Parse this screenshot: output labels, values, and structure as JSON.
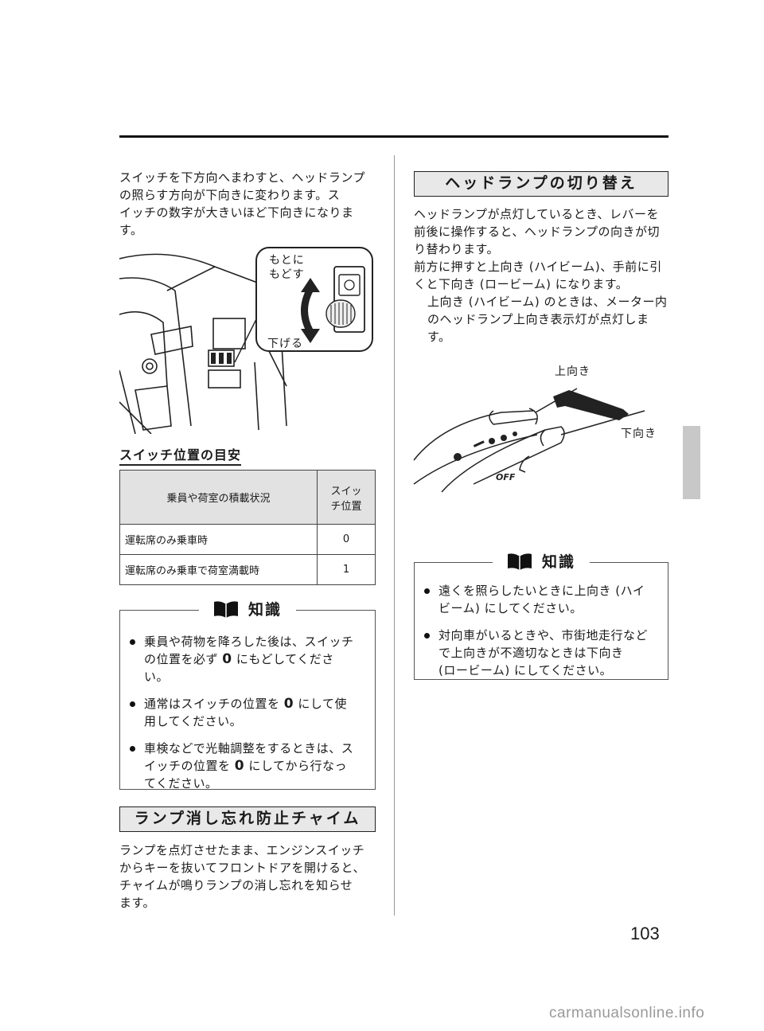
{
  "left": {
    "intro": [
      "スイッチを下方向へまわすと、ヘッドランプ",
      "の照らす方向が下向きに変わります。ス",
      "イッチの数字が大きいほど下向きになりま",
      "す。"
    ],
    "callout_reset": [
      "もとに",
      "もどす"
    ],
    "callout_down": "下げる",
    "switch_guide_heading": "スイッチ位置の目安",
    "table": {
      "header_condition": "乗員や荷室の積載状況",
      "header_position": [
        "スイッ",
        "チ位置"
      ],
      "rows": [
        {
          "condition": "運転席のみ乗車時",
          "position": "0"
        },
        {
          "condition": "運転席のみ乗車で荷室満載時",
          "position": "1"
        }
      ]
    },
    "knowledge_title": "知識",
    "knowledge_items": [
      {
        "lines": [
          "乗員や荷物を降ろした後は、スイッチ",
          "の位置を必ず ",
          "0",
          " にもどしてくださ",
          "い。"
        ]
      },
      {
        "lines": [
          "通常はスイッチの位置を ",
          "0",
          " にして使",
          "用してください。"
        ]
      },
      {
        "lines": [
          "車検などで光軸調整をするときは、ス",
          "イッチの位置を ",
          "0",
          " にしてから行なっ",
          "てください。"
        ]
      }
    ],
    "chime_heading": "ランプ消し忘れ防止チャイム",
    "chime_text": [
      "ランプを点灯させたまま、エンジンスイッチ",
      "からキーを抜いてフロントドアを開けると、",
      "チャイムが鳴りランプの消し忘れを知らせ",
      "ます。"
    ]
  },
  "right": {
    "heading": "ヘッドランプの切り替え",
    "text": [
      "ヘッドランプが点灯しているとき、レバーを",
      "前後に操作すると、ヘッドランプの向きが切",
      "り替わります。",
      "前方に押すと上向き (ハイビーム)、手前に引",
      "くと下向き (ロービーム) になります。"
    ],
    "note": [
      "上向き (ハイビーム) のときは、メーター内",
      "のヘッドランプ上向き表示灯が点灯しま",
      "す。"
    ],
    "label_up": "上向き",
    "label_down": "下向き",
    "lever_off": "OFF",
    "knowledge_title": "知識",
    "knowledge_items": [
      [
        "遠くを照らしたいときに上向き (ハイ",
        "ビーム) にしてください。"
      ],
      [
        "対向車がいるときや、市街地走行など",
        "で上向きが不適切なときは下向き",
        "(ロービーム) にしてください。"
      ]
    ]
  },
  "page_number": "103",
  "watermark": "carmanualsonline.info"
}
